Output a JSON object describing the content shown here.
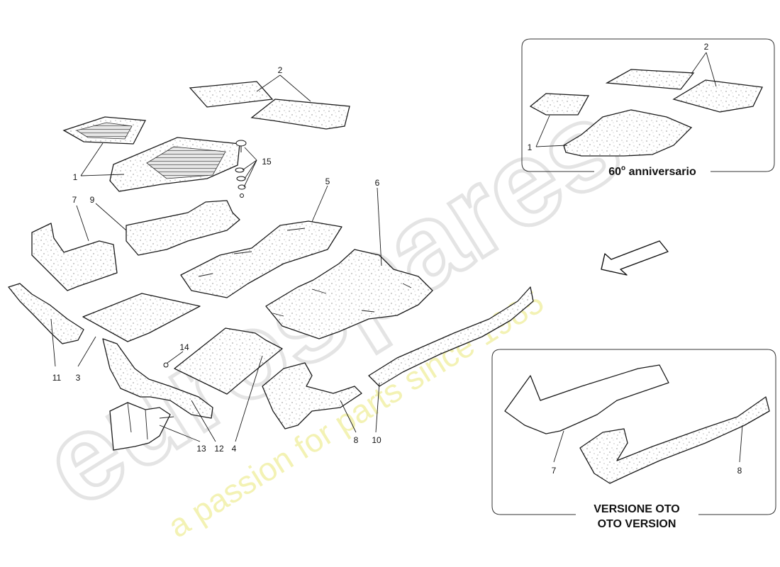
{
  "watermark": {
    "brand": "eurospares",
    "tagline": "a passion for parts since 1985"
  },
  "callouts": {
    "c1": "1",
    "c2": "2",
    "c3": "3",
    "c4": "4",
    "c5": "5",
    "c6": "6",
    "c7": "7",
    "c8": "8",
    "c9": "9",
    "c10": "10",
    "c11": "11",
    "c12": "12",
    "c13": "13",
    "c14": "14",
    "c15": "15"
  },
  "inset_anniversary": {
    "caption_prefix": "60",
    "caption_superscript": "o",
    "caption_suffix": " anniversario",
    "callout_1": "1",
    "callout_2": "2"
  },
  "inset_oto": {
    "caption_line1": "VERSIONE OTO",
    "caption_line2": "OTO VERSION",
    "callout_7": "7",
    "callout_8": "8"
  },
  "icons": [
    "direction-arrow-icon"
  ]
}
